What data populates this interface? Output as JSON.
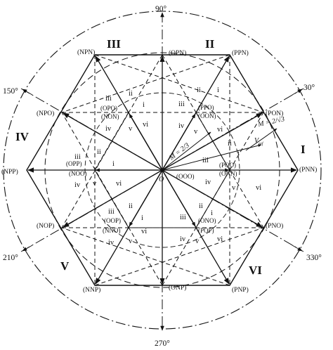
{
  "angles": {
    "a90": "90°",
    "a30": "30°",
    "a150": "150°",
    "a210": "210°",
    "a270": "270°",
    "a330": "330°"
  },
  "sectors": {
    "s1": "I",
    "s2": "II",
    "s3": "III",
    "s4": "IV",
    "s5": "V",
    "s6": "VI"
  },
  "large_vectors": {
    "pnn": "(PNN)",
    "ppn": "(PPN)",
    "npn": "(NPN)",
    "npp": "(NPP)",
    "nnp": "(NNP)",
    "pnp": "(PNP)"
  },
  "medium_vectors": {
    "pon": "(PON)",
    "opn": "(OPN)",
    "npo": "(NPO)",
    "nop": "(NOP)",
    "onp": "(ONP)",
    "pno": "(PNO)"
  },
  "small_vectors": {
    "ppo": "(PPO)",
    "oon": "(OON)",
    "opo": "(OPO)",
    "non": "(NON)",
    "opp": "(OPP)",
    "noo": "(NOO)",
    "oop": "(OOP)",
    "nno": "(NNO)",
    "ono": "(ONO)",
    "pop": "(POP)",
    "poo": "(POO)",
    "onn": "(ONN)"
  },
  "zero_vector": "(OOO)",
  "origin": "O",
  "modulation": {
    "inner": "M = 2/3",
    "outer": "M = 2/√3"
  },
  "vref": "V",
  "vref_sub": "ref",
  "regions": [
    "i",
    "ii",
    "iii",
    "iv",
    "v",
    "vi"
  ]
}
